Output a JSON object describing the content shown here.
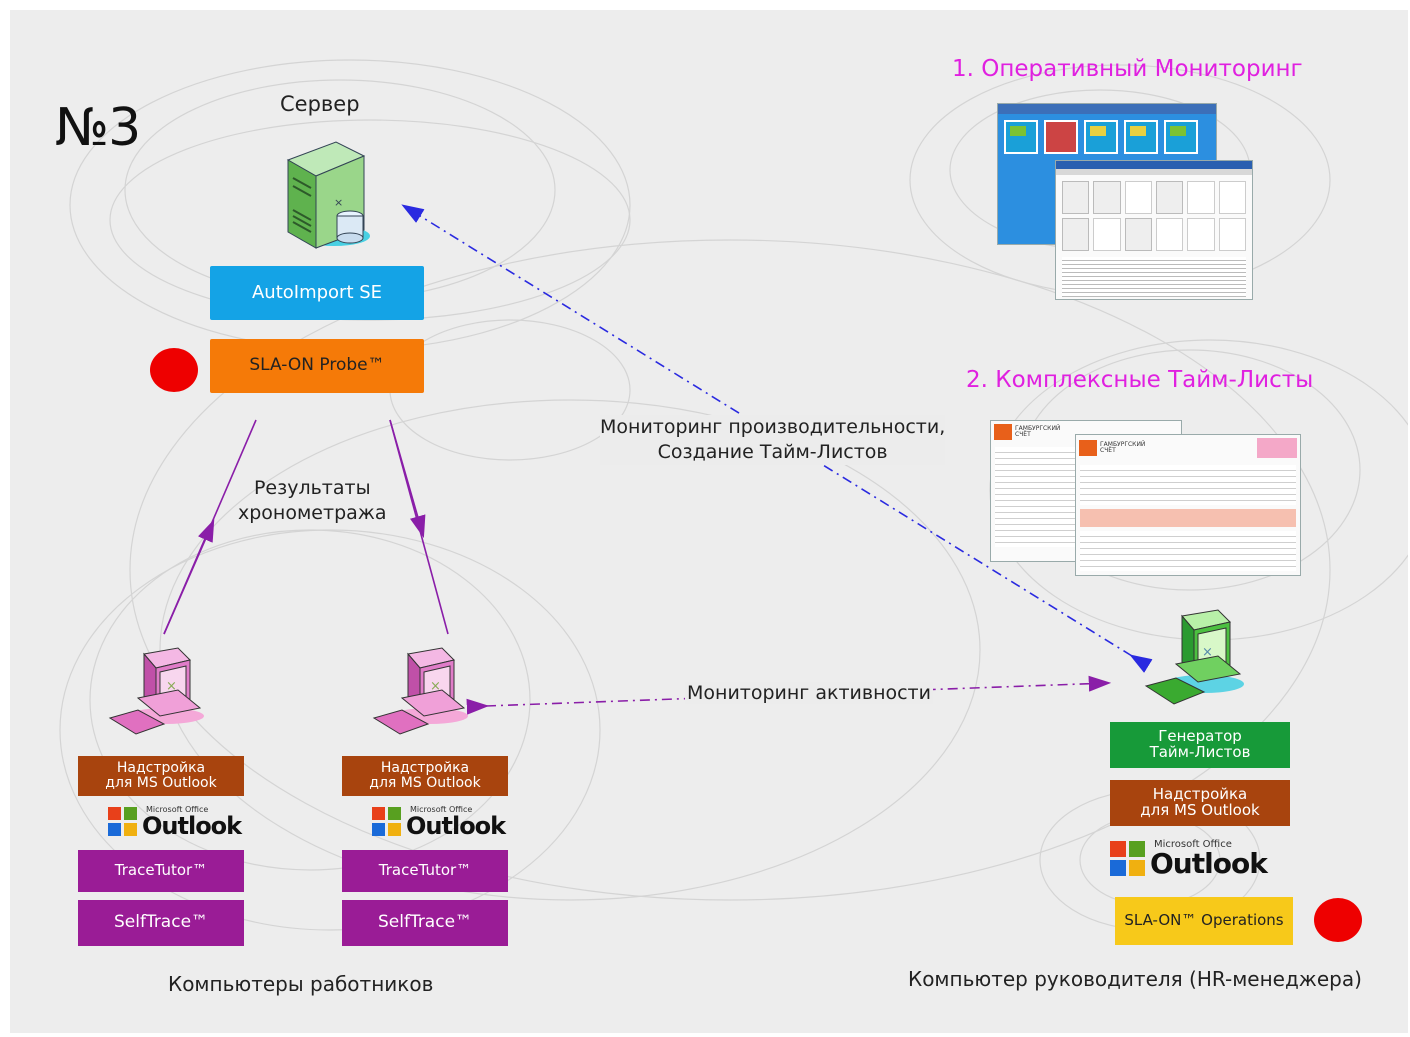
{
  "title_number": "№3",
  "server": {
    "label": "Сервер",
    "autoimport_label": "AutoImport SE",
    "probe_label": "SLA-ON Probe™"
  },
  "results_label": [
    "Результаты",
    "хронометража"
  ],
  "monitoring_perf_label": [
    "Мониторинг производительности,",
    "Создание Тайм-Листов"
  ],
  "monitoring_activity_label": "Мониторинг активности",
  "section1_title": "1. Оперативный Мониторинг",
  "section2_title": "2. Комплексные Тайм-Листы",
  "timesheet_brand": [
    "ГАМБУРГСКИЙ",
    "СЧЁТ"
  ],
  "workers": {
    "caption": "Компьютеры работников",
    "addin_label": [
      "Надстройка",
      "для MS Outlook"
    ],
    "tracetutor_label": "TraceTutor™",
    "selftrace_label": "SelfTrace™"
  },
  "outlook": {
    "small": "Microsoft Office",
    "big": "Outlook"
  },
  "manager": {
    "caption": "Компьютер руководителя (HR-менеджера)",
    "generator_label": [
      "Генератор",
      "Тайм-Листов"
    ],
    "addin_label": [
      "Надстройка",
      "для MS Outlook"
    ],
    "operations_label": "SLA-ON™ Operations"
  },
  "colors": {
    "blue": "#14a3e6",
    "orange": "#f57a08",
    "brown": "#a8440e",
    "purple": "#9a1c96",
    "green": "#179a39",
    "yellow": "#f7c91a",
    "red": "#ee0000",
    "magenta": "#e020e0"
  }
}
